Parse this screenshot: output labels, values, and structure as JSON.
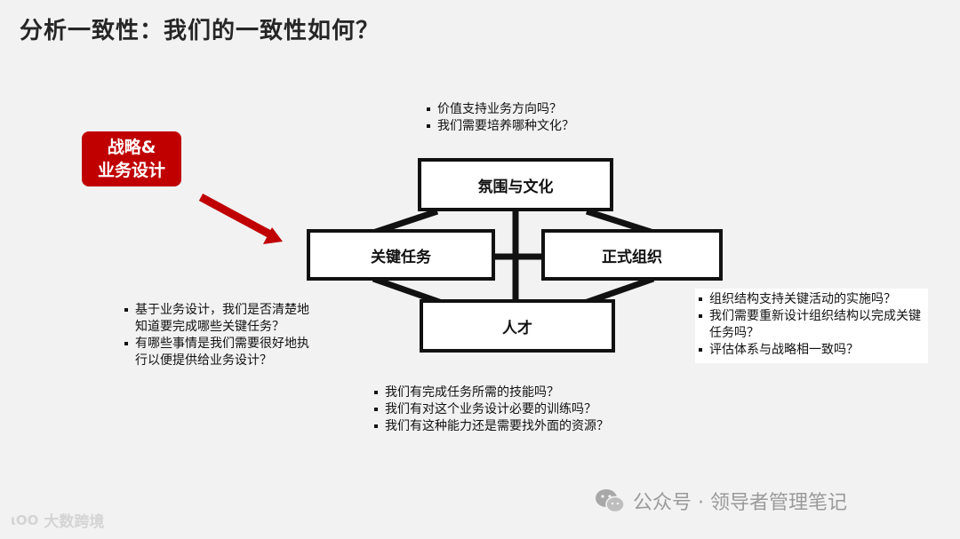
{
  "title": "分析一致性：我们的一致性如何？",
  "strategy_badge": {
    "line1": "战略&",
    "line2": "业务设计"
  },
  "boxes": {
    "top": "氛围与文化",
    "left": "关键任务",
    "right": "正式组织",
    "bottom": "人才"
  },
  "questions": {
    "top": [
      "价值支持业务方向吗？",
      "我们需要培养哪种文化？"
    ],
    "left": [
      "基于业务设计，我们是否清楚地知道要完成哪些关键任务？",
      "有哪些事情是我们需要很好地执行以便提供给业务设计？"
    ],
    "right": [
      "组织结构支持关键活动的实施吗？",
      "我们需要重新设计组织结构以完成关键任务吗？",
      "评估体系与战略相一致吗？"
    ],
    "bottom": [
      "我们有完成任务所需的技能吗？",
      "我们有对这个业务设计必要的训练吗？",
      "我们有这种能力还是需要找外面的资源？"
    ]
  },
  "watermark": "公众号 · 领导者管理笔记",
  "corner_logo": "大数跨境",
  "colors": {
    "accent": "#c00000",
    "box_border": "#111111",
    "background": "#f2f2f2"
  },
  "icons": [
    "wechat-icon",
    "arrow-icon"
  ]
}
